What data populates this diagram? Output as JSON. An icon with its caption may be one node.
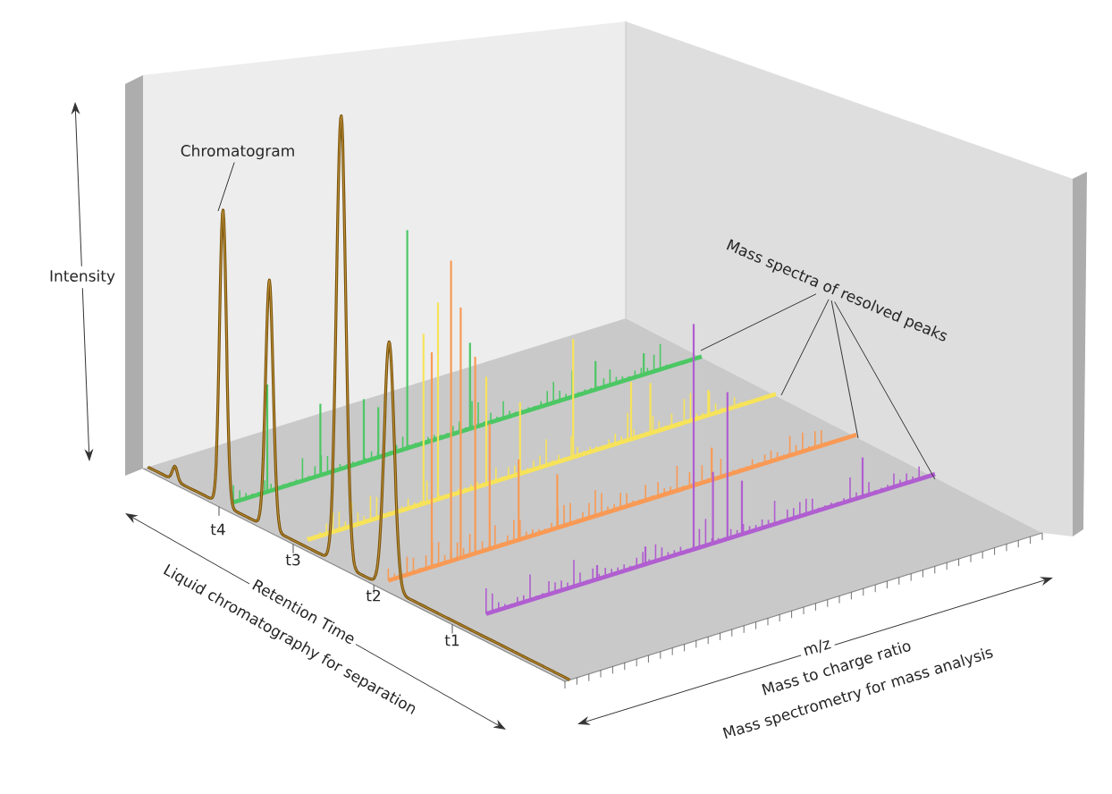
{
  "diagram": {
    "nodes": [
      {
        "text": [
          "Chromatogram"
        ]
      },
      {
        "text": [
          "Mass spectra of resolved peaks"
        ]
      }
    ],
    "edges": [
      {
        "from": 0,
        "to": null,
        "arrow": "none"
      },
      {
        "from": 1,
        "to": null,
        "arrow": "none"
      },
      {
        "from": 1,
        "to": null,
        "arrow": "none"
      },
      {
        "from": 1,
        "to": null,
        "arrow": "none"
      },
      {
        "from": 1,
        "to": null,
        "arrow": "none"
      }
    ],
    "labels": [
      "Intensity",
      "t4",
      "t3",
      "t2",
      "t1",
      "Retention Time",
      "Liquid chromatography for separation",
      "m/z",
      "Mass to charge ratio",
      "Mass spectrometry for mass analysis"
    ]
  }
}
